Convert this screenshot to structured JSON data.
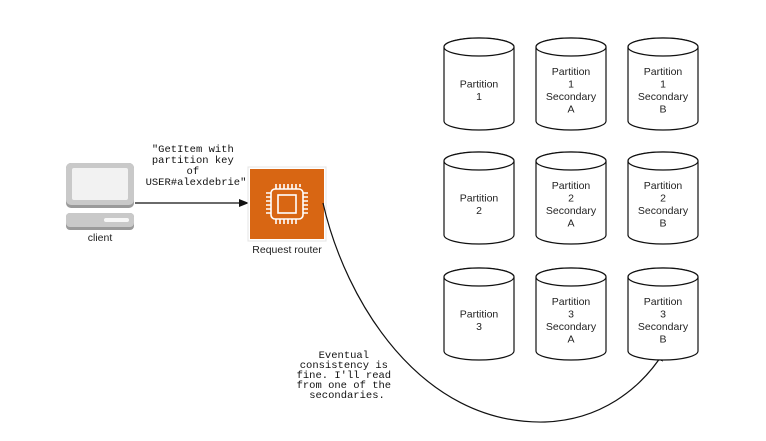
{
  "client": {
    "label": "client",
    "icon": "desktop-computer-icon"
  },
  "router": {
    "label": "Request router",
    "icon": "processor-chip-icon",
    "color": "#d86613"
  },
  "request_note": [
    "\"GetItem with",
    "partition key",
    "of",
    "USER#alexdebrie\""
  ],
  "read_note": [
    "Eventual",
    "consistency is",
    "fine. I'll read",
    "from one of the",
    "secondaries."
  ],
  "partitions": [
    {
      "lines": [
        "Partition",
        "1"
      ]
    },
    {
      "lines": [
        "Partition",
        "1",
        "Secondary",
        "A"
      ]
    },
    {
      "lines": [
        "Partition",
        "1",
        "Secondary",
        "B"
      ]
    },
    {
      "lines": [
        "Partition",
        "2"
      ]
    },
    {
      "lines": [
        "Partition",
        "2",
        "Secondary",
        "A"
      ]
    },
    {
      "lines": [
        "Partition",
        "2",
        "Secondary",
        "B"
      ]
    },
    {
      "lines": [
        "Partition",
        "3"
      ]
    },
    {
      "lines": [
        "Partition",
        "3",
        "Secondary",
        "A"
      ]
    },
    {
      "lines": [
        "Partition",
        "3",
        "Secondary",
        "B"
      ]
    }
  ]
}
